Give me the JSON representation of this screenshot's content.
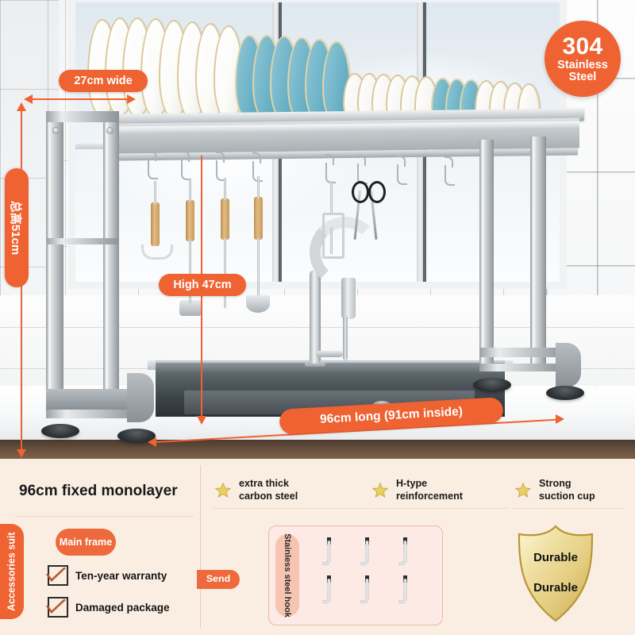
{
  "product": {
    "badge": {
      "number": "304",
      "line1": "Stainless",
      "line2": "Steel"
    },
    "callouts": {
      "width": "27cm wide",
      "total_height": "总高51cm",
      "shelf_height": "High 47cm",
      "length": "96cm long (91cm inside)"
    }
  },
  "panel": {
    "title": "96cm fixed monolayer",
    "features": [
      {
        "line1": "extra thick",
        "line2": "carbon steel",
        "icon": "star-icon"
      },
      {
        "line1": "H-type",
        "line2": "reinforcement",
        "icon": "star-icon"
      },
      {
        "line1": "Strong",
        "line2": "suction cup",
        "icon": "star-icon"
      }
    ],
    "accessories_tab": "Accessories suit",
    "main_frame_label": "Main frame",
    "send_label": "Send",
    "checks": [
      {
        "label": "Ten-year warranty"
      },
      {
        "label": "Damaged package"
      }
    ],
    "hooks": {
      "label": "Stainless steel hook",
      "count": 6
    },
    "shield": {
      "line1": "Durable",
      "line2": "Durable"
    }
  },
  "colors": {
    "accent_orange": "#ef6232",
    "panel_bg": "#faeee3",
    "hook_box_bg": "#fdeae4",
    "gold": "#e0c060",
    "plate_blue": "#6fb4c8",
    "plate_gold_rim": "#d9c99a"
  }
}
